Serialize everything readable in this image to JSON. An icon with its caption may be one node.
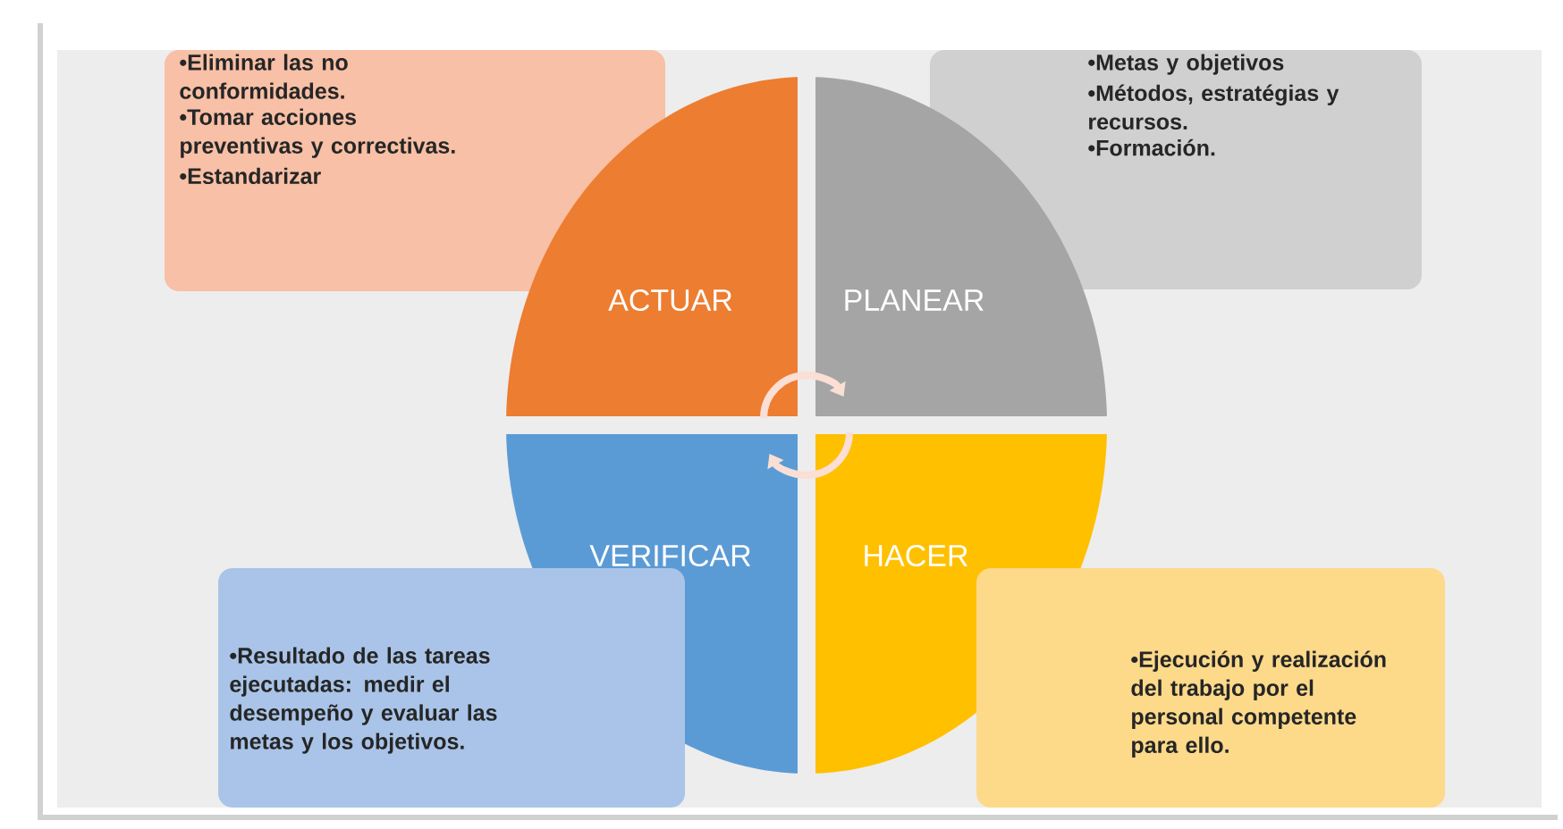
{
  "diagram": {
    "nodes": [
      {
        "text": [
          "•Eliminar las no conformidades.",
          "•Tomar acciones preventivas y correctivas.",
          "•Estandarizar"
        ]
      },
      {
        "text": [
          "•Metas y objetivos",
          "•Métodos, estratégias y recursos.",
          "•Formación."
        ]
      },
      {
        "text": [
          "ACTUAR"
        ]
      },
      {
        "text": [
          "PLANEAR"
        ]
      },
      {
        "text": [
          "VERIFICAR"
        ]
      },
      {
        "text": [
          "HACER"
        ]
      },
      {
        "text": [
          "•Resultado de las tareas ejecutadas: medir el desempeño y evaluar las metas  y los objetivos."
        ]
      },
      {
        "text": [
          "•Ejecución y realización del trabajo por el personal competente para ello."
        ]
      }
    ],
    "edges": [
      {
        "from": 2,
        "to": 3,
        "arrow": "to"
      },
      {
        "from": 5,
        "to": 4,
        "arrow": "to"
      }
    ]
  }
}
